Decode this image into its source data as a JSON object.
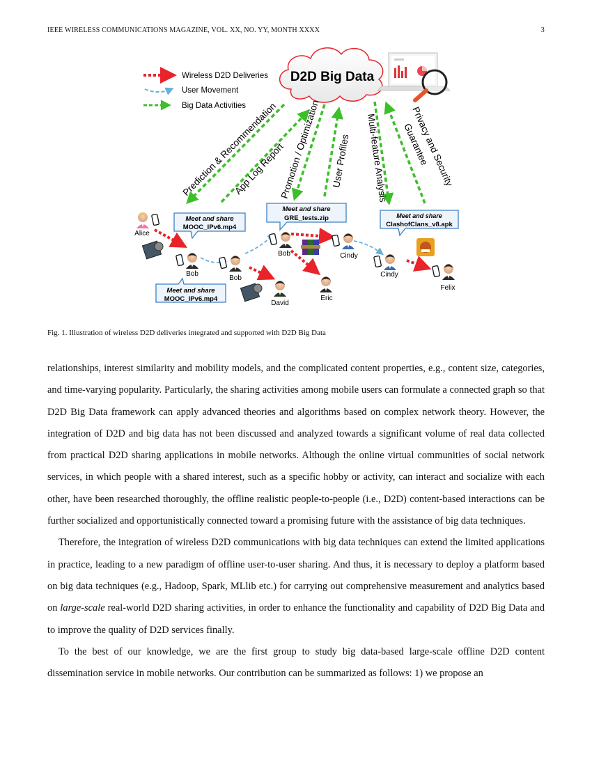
{
  "header": {
    "journal": "IEEE WIRELESS COMMUNICATIONS MAGAZINE, VOL. XX, NO. YY, MONTH XXXX",
    "page_number": "3"
  },
  "figure": {
    "legend": {
      "wireless": "Wireless D2D Deliveries",
      "movement": "User Movement",
      "bigdata": "Big Data Activities"
    },
    "cloud_title": "D2D Big Data",
    "arrow_labels": {
      "prediction": "Prediction & Recommendation",
      "applog": "App Log Report",
      "promotion": "Promotion / Optimization",
      "profiles": "User Profiles",
      "multifeature": "Multi-feature Analysis",
      "privacy_1": "Privacy and Security",
      "privacy_2": "Guarantee"
    },
    "callouts": {
      "c1_title": "Meet and share",
      "c1_file": "MOOC_IPv6.mp4",
      "c2_title": "Meet and share",
      "c2_file": "GRE_tests.zip",
      "c3_title": "Meet and share",
      "c3_file": "ClashofClans_v8.apk",
      "c4_title": "Meet and share",
      "c4_file": "MOOC_IPv6.mp4"
    },
    "people": {
      "alice": "Alice",
      "bob1": "Bob",
      "bob2": "Bob",
      "bob3": "Bob",
      "cindy1": "Cindy",
      "cindy2": "Cindy",
      "david": "David",
      "eric": "Eric",
      "felix": "Felix"
    },
    "colors": {
      "wireless": "#e8242a",
      "movement": "#6aaedc",
      "bigdata": "#3cbf2a",
      "callout_border": "#3a7fc4",
      "callout_fill": "#eef4fb"
    }
  },
  "caption": "Fig. 1.   Illustration of wireless D2D deliveries integrated and supported with D2D Big Data",
  "paragraphs": {
    "p1": "relationships, interest similarity and mobility models, and the complicated content properties, e.g., content size, categories, and time-varying popularity. Particularly, the sharing activities among mobile users can formulate a connected graph so that D2D Big Data framework can apply advanced theories and algorithms based on complex network theory. However, the integration of D2D and big data has not been discussed and analyzed towards a significant volume of real data collected from practical D2D sharing applications in mobile networks. Although the online virtual communities of social network services, in which people with a shared interest, such as a specific hobby or activity, can interact and socialize with each other, have been researched thoroughly, the offline realistic people-to-people (i.e., D2D) content-based interactions can be further socialized and opportunistically connected toward a promising future with the assistance of big data techniques.",
    "p2_a": "Therefore, the integration of wireless D2D communications with big data techniques can extend the limited applications in practice, leading to a new paradigm of offline user-to-user sharing. And thus, it is necessary to deploy a platform based on big data techniques (e.g., Hadoop, Spark, MLlib etc.) for carrying out comprehensive measurement and analytics based on ",
    "p2_em": "large-scale",
    "p2_b": " real-world D2D sharing activities, in order to enhance the functionality and capability of D2D Big Data and to improve the quality of D2D services finally.",
    "p3": "To the best of our knowledge, we are the first group to study big data-based large-scale offline D2D content dissemination service in mobile networks. Our contribution can be summarized as follows: 1) we propose an"
  }
}
